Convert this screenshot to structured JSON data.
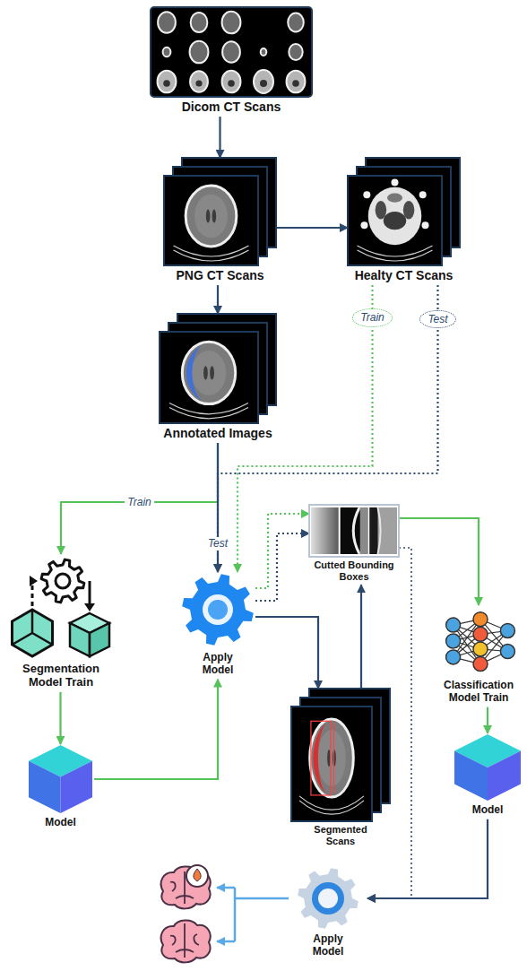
{
  "diagram": {
    "nodes": [
      {
        "text": [
          "Dicom CT Scans"
        ]
      },
      {
        "text": [
          "PNG CT Scans"
        ]
      },
      {
        "text": [
          "Healty CT Scans"
        ]
      },
      {
        "text": [
          "Annotated Images"
        ]
      },
      {
        "text": [
          "Segmentation Model Train"
        ]
      },
      {
        "text": [
          "Apply Model"
        ]
      },
      {
        "text": [
          "Model"
        ]
      },
      {
        "text": [
          "Cutted Bounding Boxes"
        ]
      },
      {
        "text": [
          "Segmented Scans"
        ]
      },
      {
        "text": [
          "Classification Model Train"
        ]
      },
      {
        "text": [
          "Model"
        ]
      },
      {
        "text": [
          "Apply Model"
        ]
      }
    ],
    "edges": [
      {
        "from": 0,
        "to": 1,
        "arrow": "to"
      },
      {
        "from": 1,
        "to": 2,
        "arrow": "to"
      },
      {
        "from": 1,
        "to": 3,
        "arrow": "to"
      },
      {
        "from": 3,
        "to": 4,
        "label": "Train",
        "arrow": "to"
      },
      {
        "from": 3,
        "to": 5,
        "label": "Test",
        "arrow": "to"
      },
      {
        "from": 2,
        "to": 5,
        "label": "Train",
        "arrow": "to"
      },
      {
        "from": 2,
        "to": 5,
        "label": "Test",
        "arrow": "to"
      },
      {
        "from": 4,
        "to": 6,
        "arrow": "to"
      },
      {
        "from": 6,
        "to": 5,
        "arrow": "to"
      },
      {
        "from": 5,
        "to": 7,
        "arrow": "to"
      },
      {
        "from": 5,
        "to": 7,
        "arrow": "to"
      },
      {
        "from": 5,
        "to": 8,
        "arrow": "to"
      },
      {
        "from": 8,
        "to": 7,
        "arrow": "to"
      },
      {
        "from": 7,
        "to": 9,
        "arrow": "to"
      },
      {
        "from": 9,
        "to": 10,
        "arrow": "to"
      },
      {
        "from": 10,
        "to": 11,
        "arrow": "to"
      },
      {
        "from": 7,
        "to": 11,
        "arrow": "to"
      }
    ]
  }
}
